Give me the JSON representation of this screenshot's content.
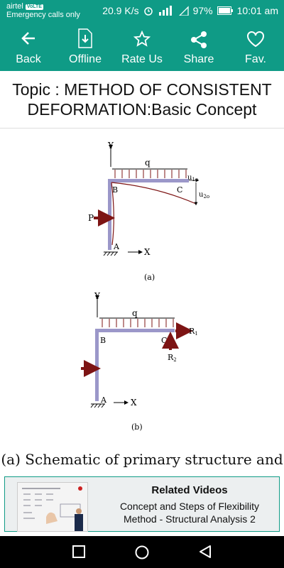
{
  "status_bar": {
    "carrier": "airtel",
    "volte": "VoLTE",
    "emergency": "Emergency calls only",
    "speed": "20.9 K/s",
    "battery": "97%",
    "time": "10:01 am"
  },
  "toolbar": {
    "items": [
      {
        "label": "Back",
        "icon": "arrow-left-icon"
      },
      {
        "label": "Offline",
        "icon": "download-icon"
      },
      {
        "label": "Rate Us",
        "icon": "star-icon"
      },
      {
        "label": "Share",
        "icon": "share-icon"
      },
      {
        "label": "Fav.",
        "icon": "heart-icon"
      }
    ]
  },
  "topic": {
    "title": "Topic : METHOD OF CONSISTENT DEFORMATION:Basic Concept"
  },
  "diagram": {
    "a": {
      "label": "(a)",
      "y": "Y",
      "x": "X",
      "q": "q",
      "P": "P",
      "A": "A",
      "B": "B",
      "C": "C",
      "u1": "u",
      "u1sub": "1o",
      "u2": "u",
      "u2sub": "2o"
    },
    "b": {
      "label": "(b)",
      "y": "Y",
      "x": "X",
      "q": "q",
      "A": "A",
      "B": "B",
      "C": "C",
      "R1": "R",
      "R1sub": "1",
      "R2": "R",
      "R2sub": "2"
    }
  },
  "caption": "(a) Schematic of primary structure and",
  "related": {
    "title": "Related Videos",
    "subtitle": "Concept and Steps of Flexibility Method - Structural Analysis 2"
  },
  "colors": {
    "accent": "#0f9b86",
    "frame": "#9b97c9",
    "arrow": "#7d1414"
  }
}
